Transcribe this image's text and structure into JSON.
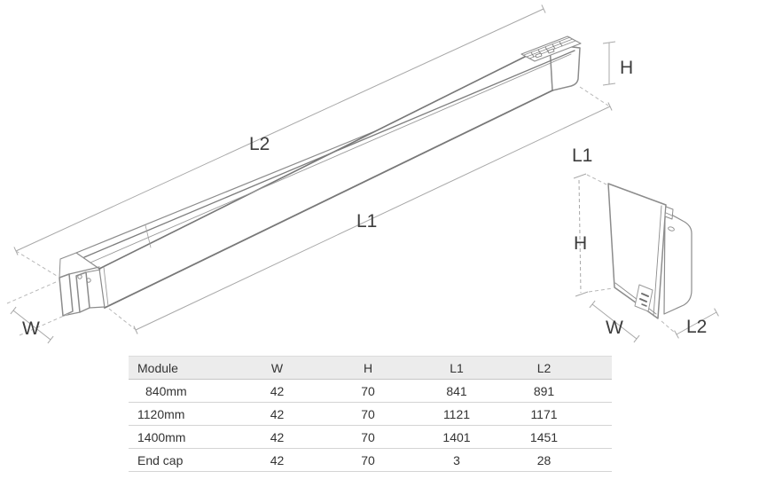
{
  "diagram": {
    "labels": {
      "fixture_l2": "L2",
      "fixture_l1": "L1",
      "fixture_h": "H",
      "fixture_w": "W",
      "endcap_l1": "L1",
      "endcap_h": "H",
      "endcap_w": "W",
      "endcap_l2": "L2"
    },
    "colors": {
      "body_line": "#858585",
      "dim_line": "#a8a8a8",
      "dashed_line": "#b8b8b8",
      "label_text": "#3d3d3d",
      "table_header_bg": "#ececec",
      "table_border": "#d4d4d4"
    }
  },
  "table": {
    "columns": [
      "Module",
      "W",
      "H",
      "L1",
      "L2"
    ],
    "rows": [
      [
        "840mm",
        "42",
        "70",
        "841",
        "891"
      ],
      [
        "1120mm",
        "42",
        "70",
        "1121",
        "1171"
      ],
      [
        "1400mm",
        "42",
        "70",
        "1401",
        "1451"
      ],
      [
        "End cap",
        "42",
        "70",
        "3",
        "28"
      ]
    ]
  }
}
